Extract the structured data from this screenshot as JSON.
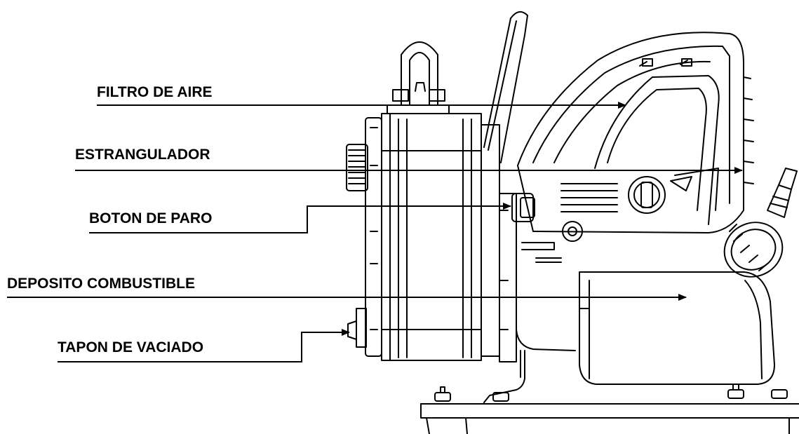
{
  "labels": {
    "air_filter": "FILTRO DE AIRE",
    "choke": "ESTRANGULADOR",
    "stop_button": "BOTON DE PARO",
    "fuel_tank": "DEPOSITO COMBUSTIBLE",
    "drain_plug": "TAPON DE VACIADO"
  },
  "colors": {
    "line": "#000000",
    "background": "#ffffff"
  }
}
